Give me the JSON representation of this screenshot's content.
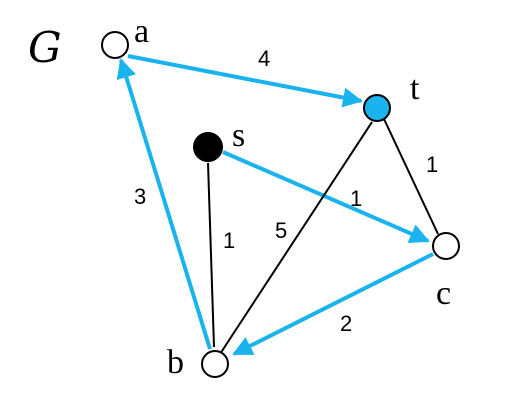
{
  "graph": {
    "name": "G",
    "colors": {
      "directed_edge": "#1ab3ee",
      "undirected_edge": "#000000",
      "node_default": "#ffffff",
      "node_source": "#000000",
      "node_target": "#1ab3ee",
      "target_label": "#0000a0"
    },
    "nodes": [
      {
        "id": "a",
        "label": "a"
      },
      {
        "id": "t",
        "label": "t"
      },
      {
        "id": "s",
        "label": "s"
      },
      {
        "id": "c",
        "label": "c"
      },
      {
        "id": "b",
        "label": "b"
      }
    ],
    "edges": [
      {
        "from": "a",
        "to": "t",
        "weight": "4",
        "directed": true
      },
      {
        "from": "t",
        "to": "c",
        "weight": "1",
        "directed": false
      },
      {
        "from": "s",
        "to": "c",
        "weight": "1",
        "directed": true
      },
      {
        "from": "t",
        "to": "b",
        "weight": "5",
        "directed": false
      },
      {
        "from": "s",
        "to": "b",
        "weight": "1",
        "directed": false
      },
      {
        "from": "b",
        "to": "a",
        "weight": "3",
        "directed": true
      },
      {
        "from": "c",
        "to": "b",
        "weight": "2",
        "directed": true
      }
    ]
  }
}
